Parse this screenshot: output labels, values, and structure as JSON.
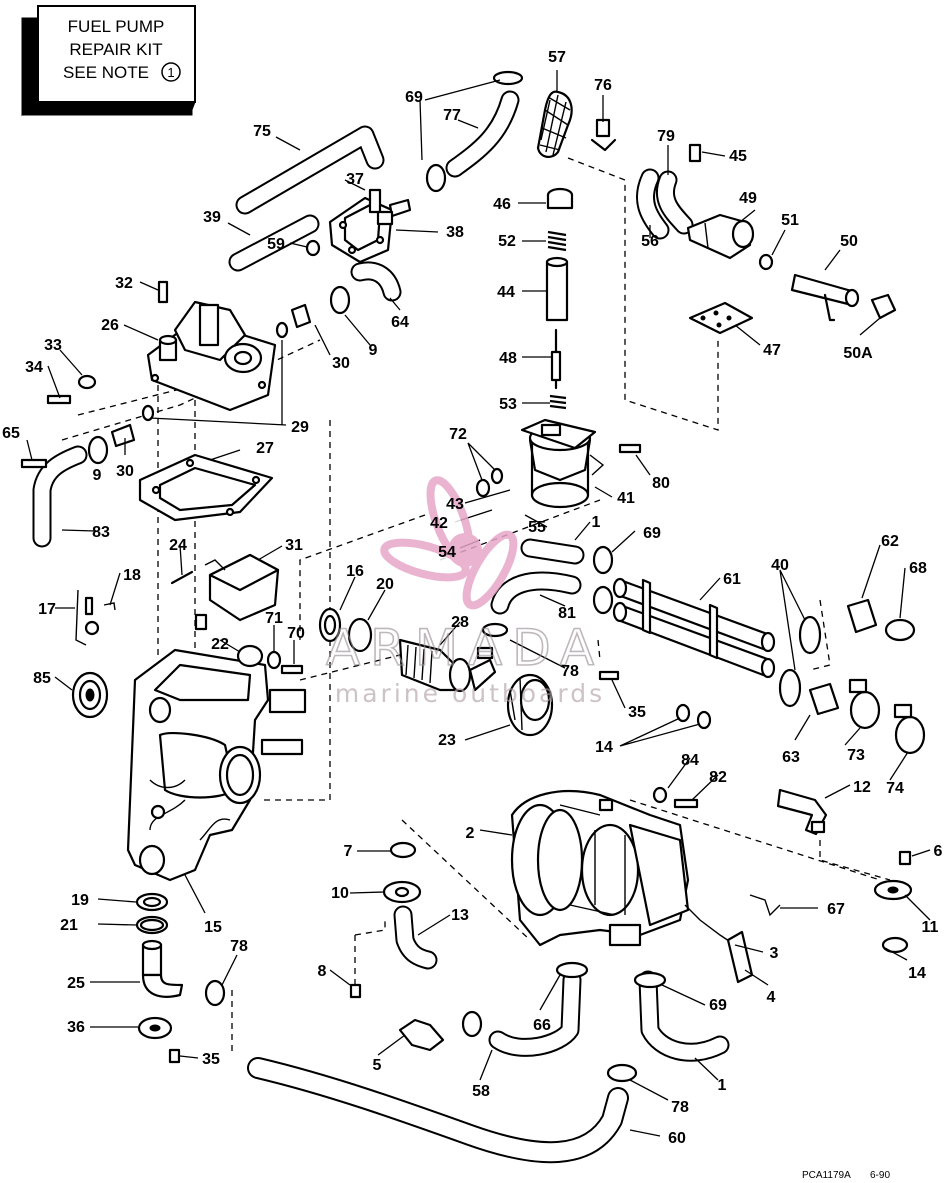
{
  "kit_box": {
    "line1": "FUEL PUMP",
    "line2": "REPAIR KIT",
    "line3_prefix": "SEE NOTE",
    "note_number": "1"
  },
  "watermark": {
    "brand": "ARMADA",
    "tagline": "marine outboards",
    "logo_color": "#e7a7c8"
  },
  "drawing_code": {
    "id": "PCA1179A",
    "date": "6-90"
  },
  "callouts": [
    {
      "label": "69"
    },
    {
      "label": "57"
    },
    {
      "label": "76"
    },
    {
      "label": "77"
    },
    {
      "label": "75"
    },
    {
      "label": "79"
    },
    {
      "label": "45"
    },
    {
      "label": "37"
    },
    {
      "label": "46"
    },
    {
      "label": "49"
    },
    {
      "label": "38"
    },
    {
      "label": "39"
    },
    {
      "label": "52"
    },
    {
      "label": "51"
    },
    {
      "label": "50"
    },
    {
      "label": "59"
    },
    {
      "label": "56"
    },
    {
      "label": "32"
    },
    {
      "label": "44"
    },
    {
      "label": "64"
    },
    {
      "label": "26"
    },
    {
      "label": "9"
    },
    {
      "label": "47"
    },
    {
      "label": "30"
    },
    {
      "label": "50A"
    },
    {
      "label": "33"
    },
    {
      "label": "34"
    },
    {
      "label": "48"
    },
    {
      "label": "53"
    },
    {
      "label": "29"
    },
    {
      "label": "65"
    },
    {
      "label": "72"
    },
    {
      "label": "30"
    },
    {
      "label": "27"
    },
    {
      "label": "9"
    },
    {
      "label": "80"
    },
    {
      "label": "41"
    },
    {
      "label": "43"
    },
    {
      "label": "42"
    },
    {
      "label": "55"
    },
    {
      "label": "1"
    },
    {
      "label": "83"
    },
    {
      "label": "69"
    },
    {
      "label": "54"
    },
    {
      "label": "31"
    },
    {
      "label": "24"
    },
    {
      "label": "62"
    },
    {
      "label": "18"
    },
    {
      "label": "40"
    },
    {
      "label": "68"
    },
    {
      "label": "61"
    },
    {
      "label": "16"
    },
    {
      "label": "20"
    },
    {
      "label": "17"
    },
    {
      "label": "81"
    },
    {
      "label": "28"
    },
    {
      "label": "71"
    },
    {
      "label": "70"
    },
    {
      "label": "22"
    },
    {
      "label": "85"
    },
    {
      "label": "78"
    },
    {
      "label": "35"
    },
    {
      "label": "23"
    },
    {
      "label": "14"
    },
    {
      "label": "63"
    },
    {
      "label": "73"
    },
    {
      "label": "74"
    },
    {
      "label": "84"
    },
    {
      "label": "82"
    },
    {
      "label": "12"
    },
    {
      "label": "2"
    },
    {
      "label": "7"
    },
    {
      "label": "6"
    },
    {
      "label": "10"
    },
    {
      "label": "11"
    },
    {
      "label": "19"
    },
    {
      "label": "15"
    },
    {
      "label": "67"
    },
    {
      "label": "21"
    },
    {
      "label": "13"
    },
    {
      "label": "78"
    },
    {
      "label": "3"
    },
    {
      "label": "14"
    },
    {
      "label": "8"
    },
    {
      "label": "25"
    },
    {
      "label": "4"
    },
    {
      "label": "66"
    },
    {
      "label": "69"
    },
    {
      "label": "36"
    },
    {
      "label": "5"
    },
    {
      "label": "35"
    },
    {
      "label": "58"
    },
    {
      "label": "1"
    },
    {
      "label": "78"
    },
    {
      "label": "60"
    }
  ]
}
